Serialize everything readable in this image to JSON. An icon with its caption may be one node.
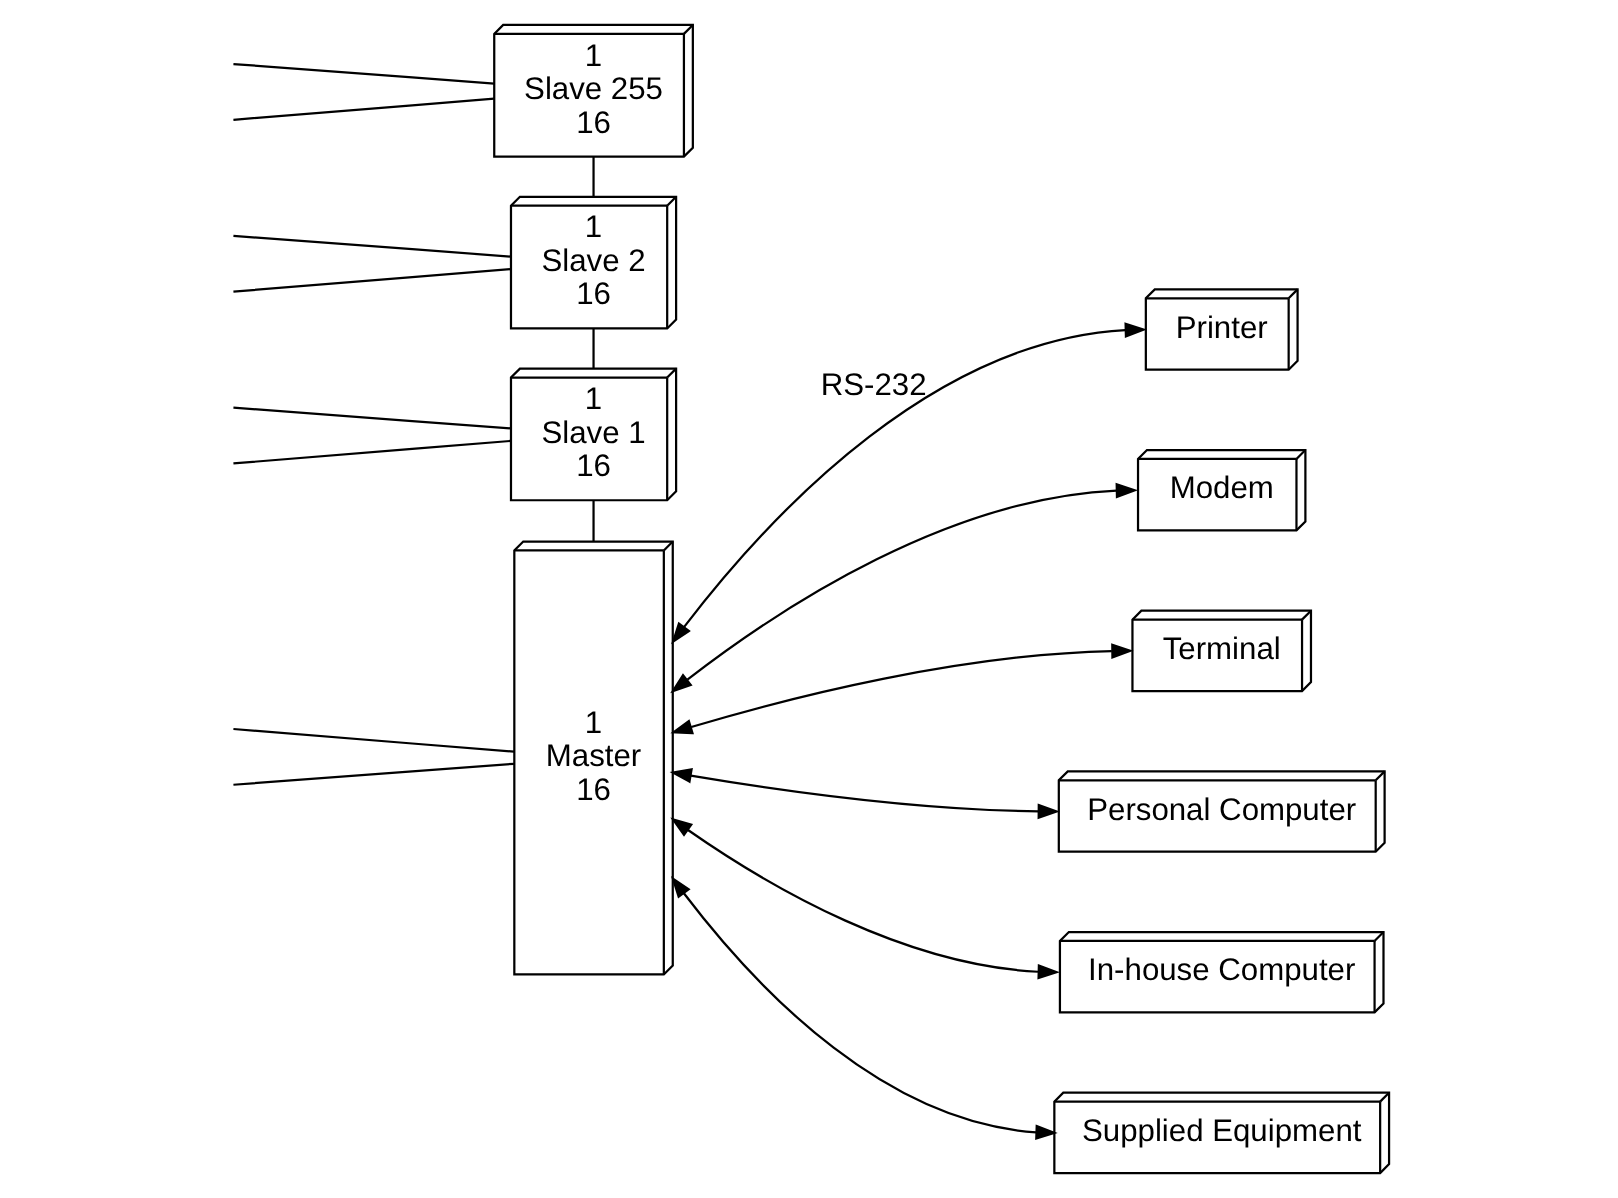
{
  "diagram": {
    "nodes": [
      {
        "text": [
          "1",
          "Slave 255",
          "16"
        ]
      },
      {
        "text": [
          "1",
          "Slave 2",
          "16"
        ]
      },
      {
        "text": [
          "1",
          "Slave 1",
          "16"
        ]
      },
      {
        "text": [
          "1",
          "Master",
          "16"
        ]
      },
      {
        "text": [
          "Printer"
        ]
      },
      {
        "text": [
          "Modem"
        ]
      },
      {
        "text": [
          "Terminal"
        ]
      },
      {
        "text": [
          "Personal Computer"
        ]
      },
      {
        "text": [
          "In-house Computer"
        ]
      },
      {
        "text": [
          "Supplied Equipment"
        ]
      }
    ],
    "edges": [
      {
        "from": null,
        "to": 0,
        "arrow": "none"
      },
      {
        "from": null,
        "to": 0,
        "arrow": "none"
      },
      {
        "from": null,
        "to": 1,
        "arrow": "none"
      },
      {
        "from": null,
        "to": 1,
        "arrow": "none"
      },
      {
        "from": null,
        "to": 2,
        "arrow": "none"
      },
      {
        "from": null,
        "to": 2,
        "arrow": "none"
      },
      {
        "from": null,
        "to": 3,
        "arrow": "none"
      },
      {
        "from": null,
        "to": 3,
        "arrow": "none"
      },
      {
        "from": 0,
        "to": 1,
        "arrow": "none"
      },
      {
        "from": 1,
        "to": 2,
        "arrow": "none"
      },
      {
        "from": 2,
        "to": 3,
        "arrow": "none"
      },
      {
        "from": 3,
        "to": 4,
        "arrow": "both",
        "label": "RS-232"
      },
      {
        "from": 3,
        "to": 5,
        "arrow": "both"
      },
      {
        "from": 3,
        "to": 6,
        "arrow": "both"
      },
      {
        "from": 3,
        "to": 7,
        "arrow": "both"
      },
      {
        "from": 3,
        "to": 8,
        "arrow": "both"
      },
      {
        "from": 3,
        "to": 9,
        "arrow": "both"
      }
    ]
  }
}
